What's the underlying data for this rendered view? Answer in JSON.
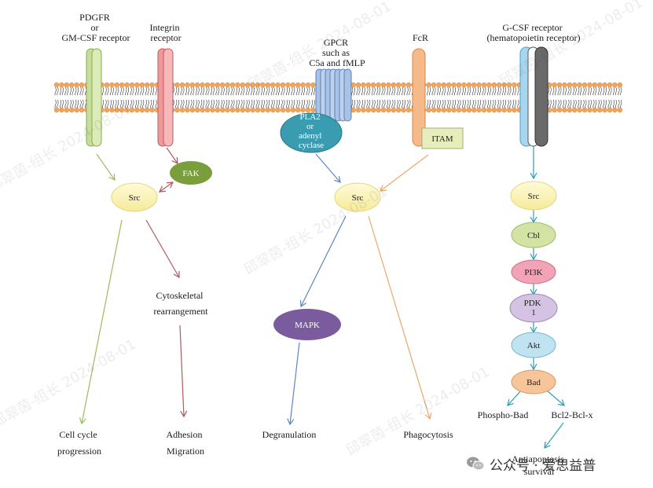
{
  "receptors": {
    "pdgfr": [
      "PDGFR",
      "or",
      "GM-CSF receptor"
    ],
    "integrin": [
      "Integrin",
      "receptor"
    ],
    "gpcr": [
      "GPCR",
      "such as",
      "C5a and fMLP"
    ],
    "fcr": [
      "FcR"
    ],
    "gcsf": [
      "G-CSF receptor",
      "(hematopoietin receptor)"
    ]
  },
  "nodes": {
    "fak": "FAK",
    "src_left": "Src",
    "pla2": [
      "PLA2",
      "or",
      "adenyl",
      "cyclase"
    ],
    "itam": "ITAM",
    "src_mid": "Src",
    "mapk": "MAPK",
    "src_right": "Src",
    "cbl": "Cbl",
    "pi3k": "PI3K",
    "pdk": [
      "PDK",
      "1"
    ],
    "akt": "Akt",
    "bad": "Bad"
  },
  "outcomes": {
    "cytoskeletal": [
      "Cytoskeletal",
      "rearrangement"
    ],
    "cell_cycle": [
      "Cell cycle",
      "progression"
    ],
    "adhesion": [
      "Adhesion",
      "Migration"
    ],
    "degranulation": "Degranulation",
    "phagocytosis": "Phagocytosis",
    "phospho_bad": "Phospho-Bad",
    "bcl2": "Bcl2-Bcl-x",
    "antiapoptosis": [
      "Antiapoptosis",
      "survival"
    ]
  },
  "watermark": {
    "texts": [
      "邱翠茵-组长 2024-08-01",
      "邱翠茵-组长 2024-08-01",
      "邱翠茵-组长 2024-08-01",
      "邱翠茵-组长 2024-08-01",
      "邱翠茵-组长 2024-08-01",
      "邱翠茵-组长 2024-08-01"
    ]
  },
  "branding": {
    "label": "公众号 · 爱思益普",
    "icon": "wechat-icon"
  },
  "colors": {
    "membrane_head": "#f3a45c",
    "membrane_tail": "#333333",
    "pdgfr": "#c7dd9b",
    "integrin": "#f0999b",
    "gpcr": "#a9c3e6",
    "fcr": "#f5b98a",
    "gcsf_blue": "#a8d6ee",
    "gcsf_gray": "#6a6a6a",
    "fak": "#7a9e3c",
    "src": "#fbf4b2",
    "pla2": "#3a9cb0",
    "itam": "#e7eebb",
    "mapk": "#7a5b9e",
    "cbl": "#d3e3a4",
    "pi3k": "#f2a3b6",
    "pdk": "#d4c3e3",
    "akt": "#bfe3f1",
    "bad": "#f6c59a",
    "arrow_green": "#9dba5f",
    "arrow_red": "#b6575b",
    "arrow_blue": "#5c86c4",
    "arrow_orange": "#e9a86b",
    "arrow_teal": "#2e9cb7"
  }
}
